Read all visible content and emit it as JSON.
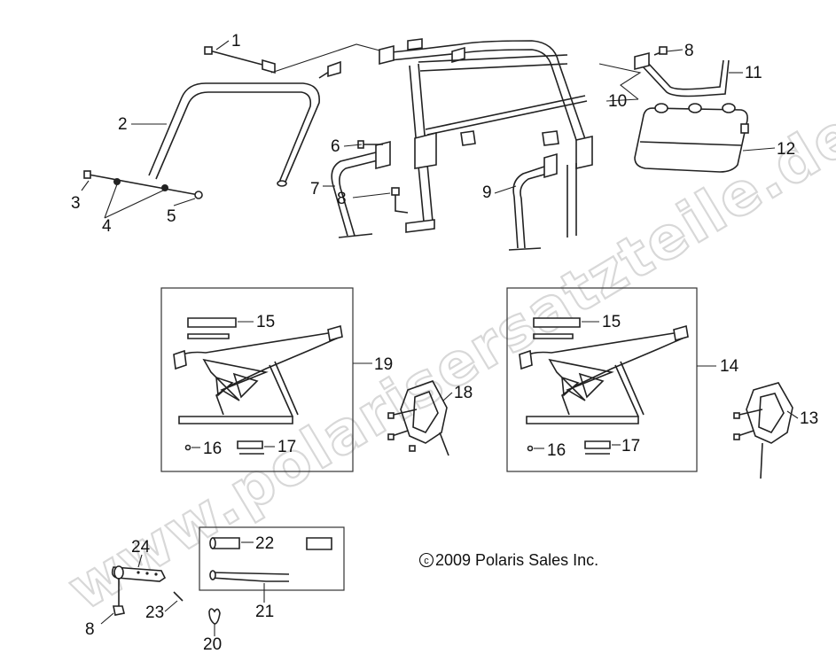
{
  "diagram": {
    "callouts": [
      "1",
      "2",
      "3",
      "4",
      "5",
      "6",
      "7",
      "8",
      "9",
      "10",
      "11",
      "12",
      "8",
      "19",
      "15",
      "16",
      "17",
      "18",
      "14",
      "15",
      "16",
      "17",
      "13",
      "22",
      "21",
      "24",
      "23",
      "8",
      "20"
    ],
    "copyright": "© 2009 Polaris Sales Inc.",
    "copyright_symbol": "c",
    "copyright_text": "2009 Polaris Sales Inc.",
    "watermark": "www.polarisersatzteile.de"
  }
}
